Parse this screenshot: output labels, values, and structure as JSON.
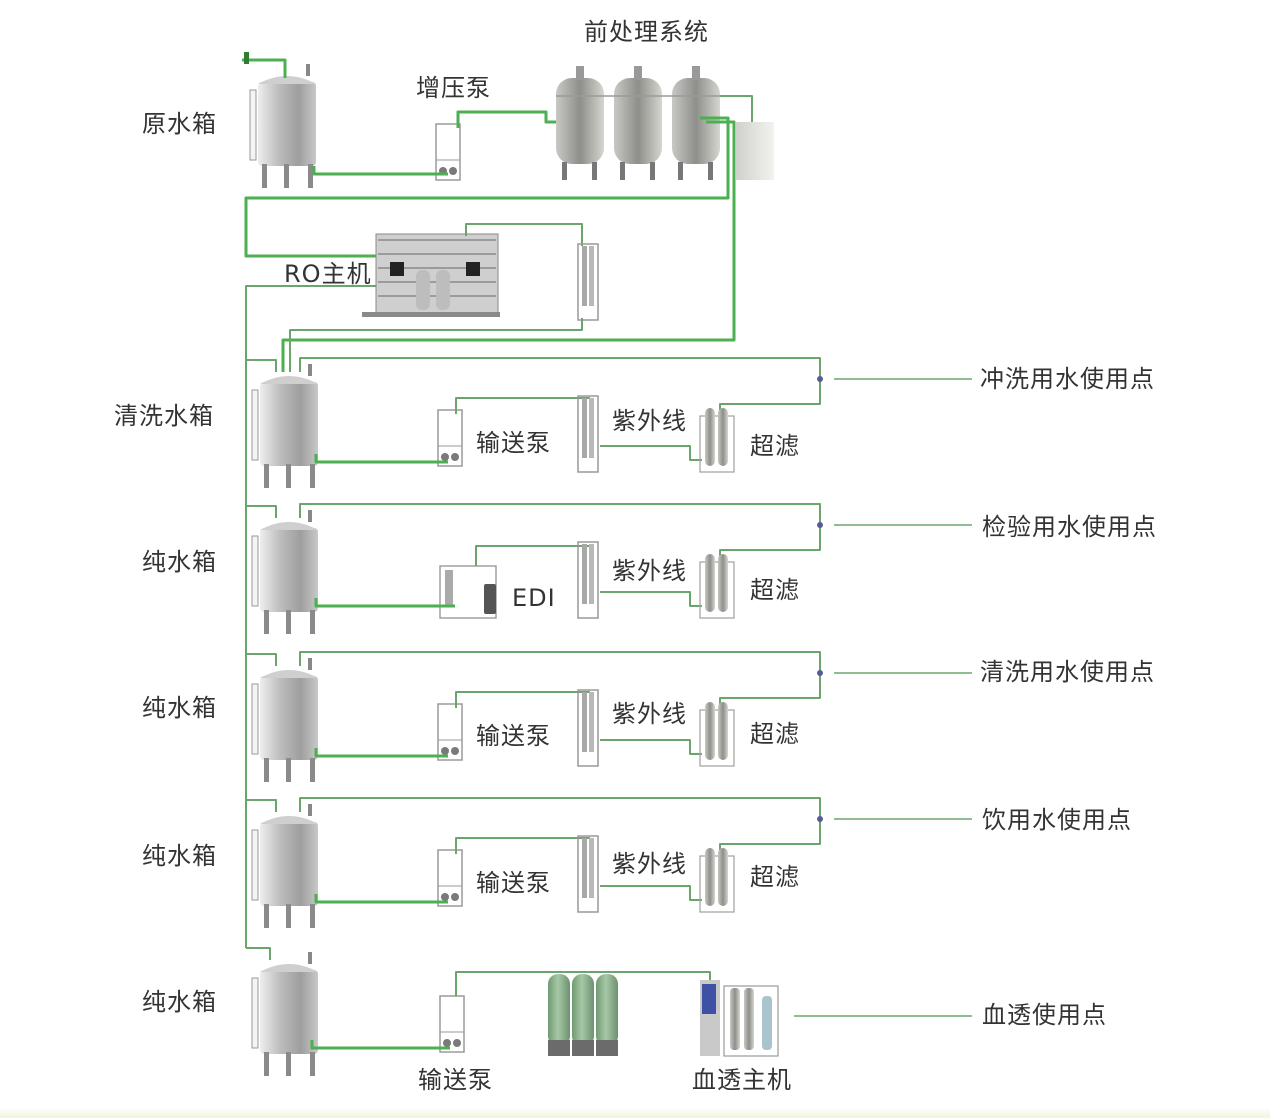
{
  "diagram": {
    "title": "前处理系统",
    "pipe_color": "#4caf50",
    "pipe_dark": "#3d8f3f",
    "thin_pipe_color": "#6aa56c",
    "valve_dot_color": "#5a5a9a",
    "tank_color": "#b9b9b9",
    "resin_tank_color": "#8fb38f",
    "labels": {
      "raw_tank": "原水箱",
      "booster_pump": "增压泵",
      "pretreatment": "前处理系统",
      "ro_main": "RO主机",
      "wash_tank": "清洗水箱",
      "pure_tank": "纯水箱",
      "transfer_pump": "输送泵",
      "uv": "紫外线",
      "uf": "超滤",
      "edi": "EDI",
      "dialysis_main": "血透主机"
    },
    "rows": [
      {
        "tank": "清洗水箱",
        "unit": "输送泵",
        "uv": "紫外线",
        "uf": "超滤",
        "use_point": "冲洗用水使用点"
      },
      {
        "tank": "纯水箱",
        "unit": "EDI",
        "uv": "紫外线",
        "uf": "超滤",
        "use_point": "检验用水使用点"
      },
      {
        "tank": "纯水箱",
        "unit": "输送泵",
        "uv": "紫外线",
        "uf": "超滤",
        "use_point": "清洗用水使用点"
      },
      {
        "tank": "纯水箱",
        "unit": "输送泵",
        "uv": "紫外线",
        "uf": "超滤",
        "use_point": "饮用水使用点"
      }
    ],
    "last_row": {
      "tank": "纯水箱",
      "unit": "输送泵",
      "machine": "血透主机",
      "use_point": "血透使用点"
    }
  }
}
